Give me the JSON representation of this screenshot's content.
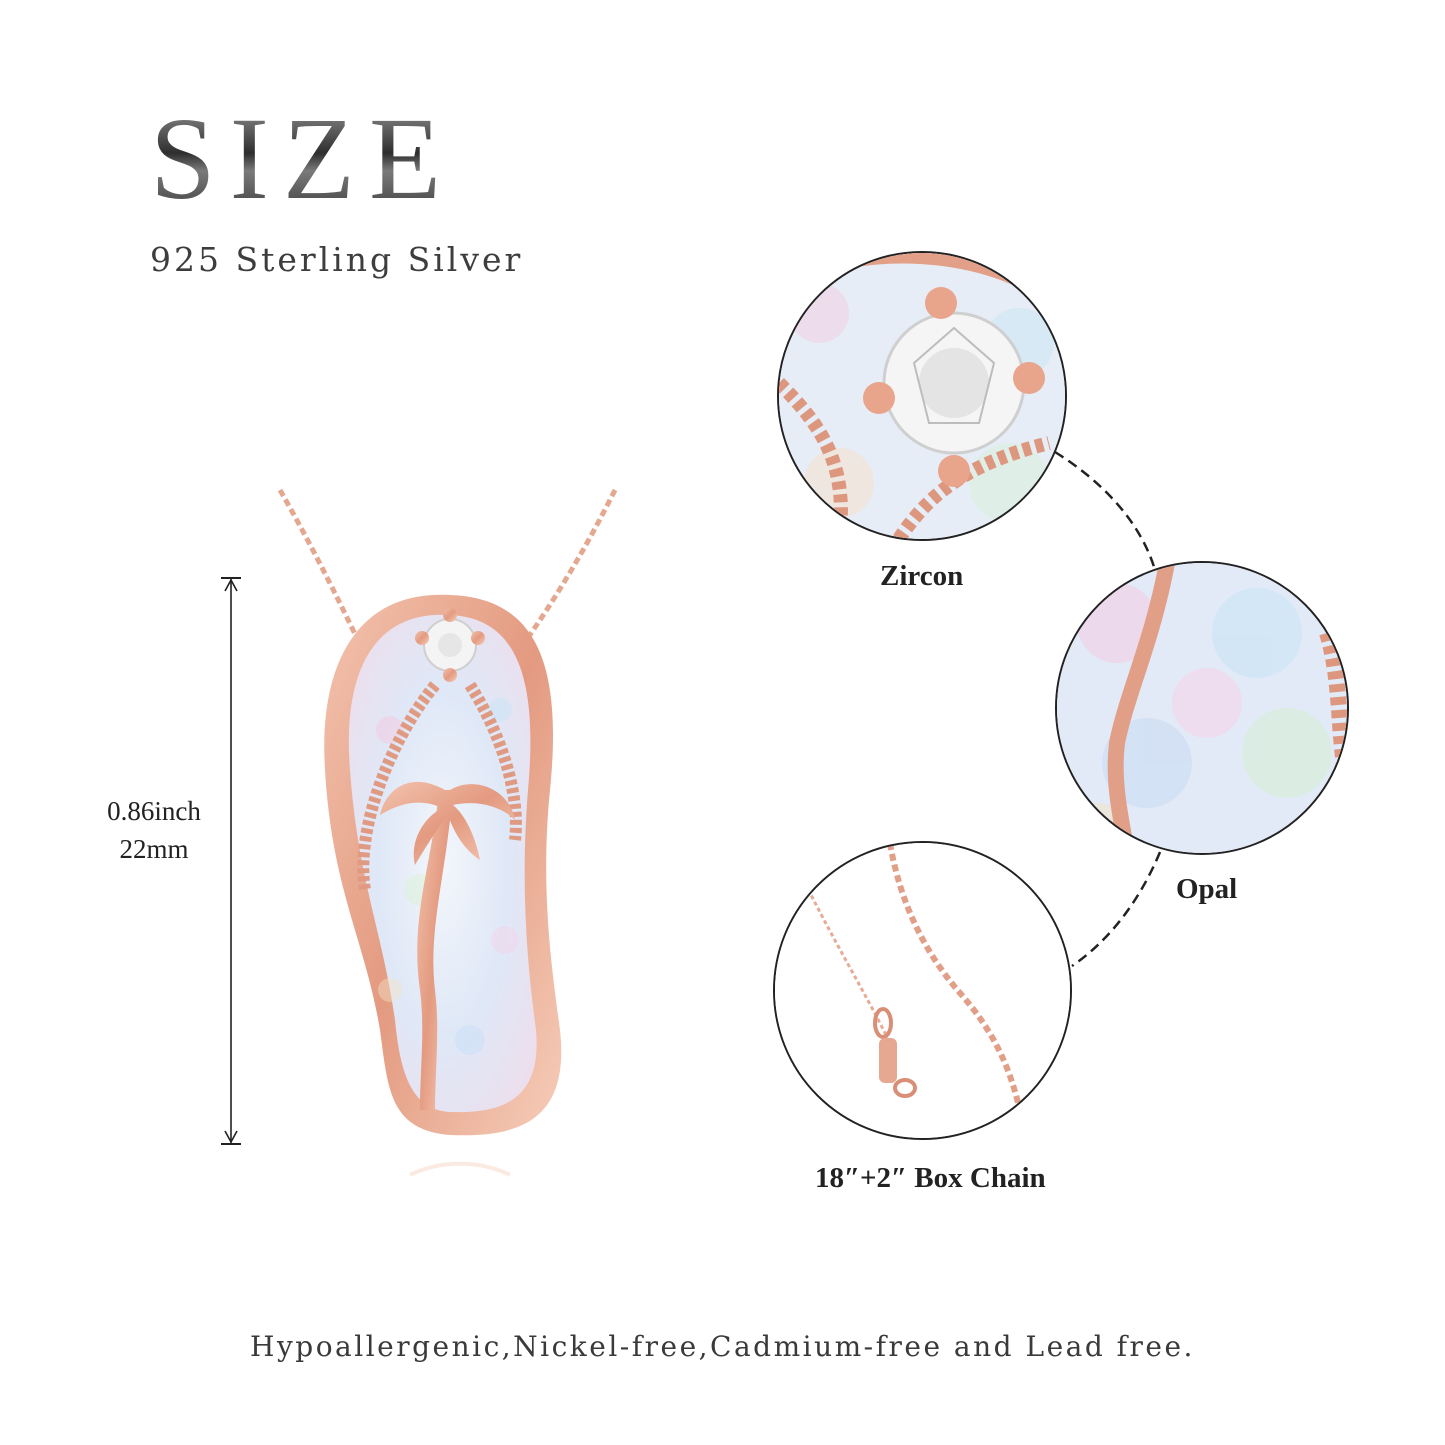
{
  "header": {
    "title": "SIZE",
    "material": "925 Sterling Silver"
  },
  "dimension": {
    "inch": "0.86inch",
    "mm": "22mm"
  },
  "details": [
    {
      "label": "Zircon"
    },
    {
      "label": "Opal"
    },
    {
      "label": "18″+2″ Box Chain"
    }
  ],
  "footer": {
    "note": "Hypoallergenic,Nickel-free,Cadmium-free and Lead free."
  },
  "colors": {
    "rose_gold": "#e8a48a",
    "rose_gold_dark": "#c97b62",
    "opal_base": "#e4ecf6"
  }
}
